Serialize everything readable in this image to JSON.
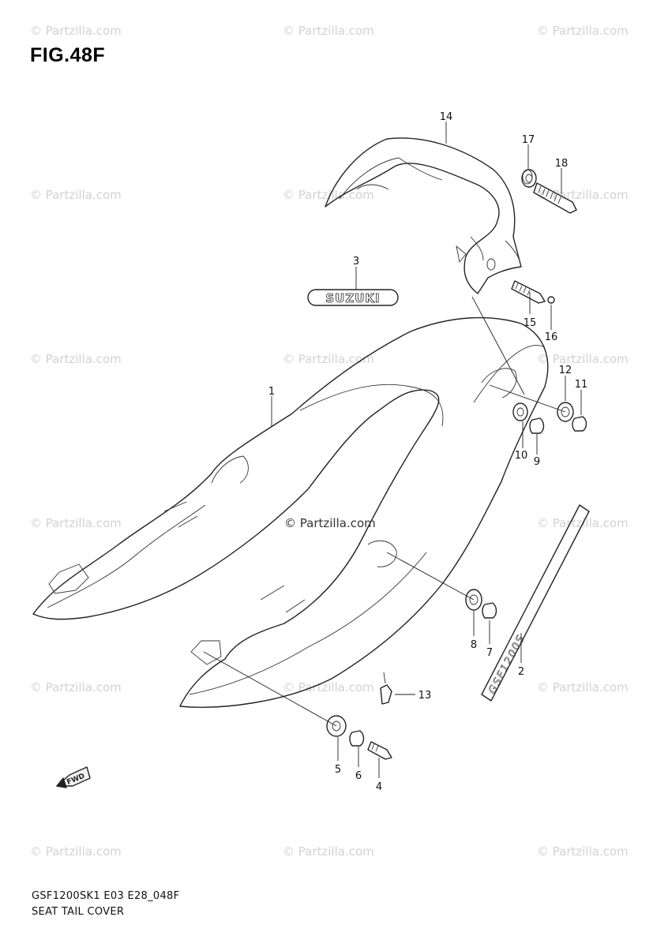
{
  "figure": {
    "title": "FIG.48F",
    "code": "GSF1200SK1 E03 E28_048F",
    "name": "SEAT TAIL COVER"
  },
  "watermark": {
    "text": "© Partzilla.com",
    "center_text": "© Partzilla.com"
  },
  "labels": {
    "badge_text": "SUZUKI",
    "direction_arrow": "FWD"
  },
  "callouts": {
    "c1": "1",
    "c2": "2",
    "c3": "3",
    "c4": "4",
    "c5": "5",
    "c6": "6",
    "c7": "7",
    "c8": "8",
    "c9": "9",
    "c10": "10",
    "c11": "11",
    "c12": "12",
    "c13": "13",
    "c14": "14",
    "c15": "15",
    "c16": "16",
    "c17": "17",
    "c18": "18"
  }
}
